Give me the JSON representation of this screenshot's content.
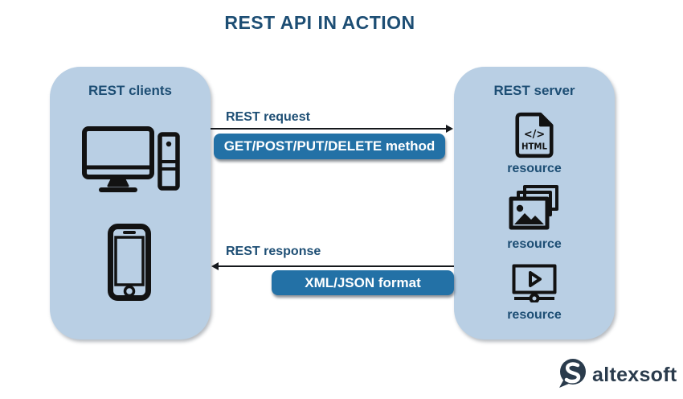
{
  "title": "REST API IN ACTION",
  "colors": {
    "background": "#ffffff",
    "panel_fill": "#b9cfe4",
    "accent_dark_text": "#1d4e74",
    "button_fill": "#2371a6",
    "button_text": "#ffffff",
    "icon_stroke": "#121212",
    "arrow": "#15181c",
    "logo_navy": "#2a3b4c"
  },
  "clients_panel": {
    "title": "REST clients",
    "icons": [
      "desktop-computer-icon",
      "smartphone-icon"
    ]
  },
  "server_panel": {
    "title": "REST server",
    "resources": [
      {
        "icon": "html-file-icon",
        "icon_text": "</>",
        "icon_label": "HTML",
        "label": "resource"
      },
      {
        "icon": "image-stack-icon",
        "label": "resource"
      },
      {
        "icon": "video-player-icon",
        "label": "resource"
      }
    ]
  },
  "request_flow": {
    "label": "REST request",
    "button": "GET/POST/PUT/DELETE method",
    "direction": "left-to-right"
  },
  "response_flow": {
    "label": "REST response",
    "button": "XML/JSON format",
    "direction": "right-to-left"
  },
  "logo": {
    "text": "altexsoft",
    "icon": "altexsoft-s-icon"
  }
}
